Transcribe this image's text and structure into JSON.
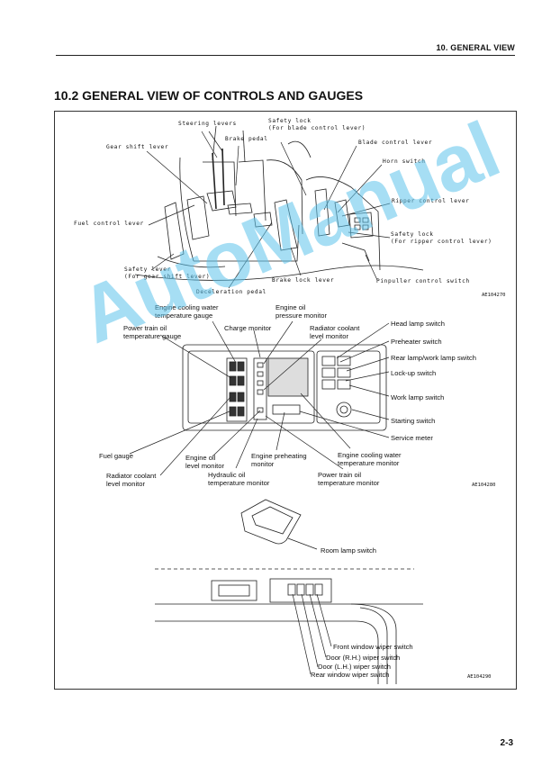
{
  "header": {
    "section": "10. GENERAL VIEW"
  },
  "section_title": "10.2 GENERAL VIEW OF CONTROLS AND GAUGES",
  "figure1": {
    "labels": {
      "steering_levers": "Steering levers",
      "safety_lock_blade": "Safety lock\n(For blade control lever)",
      "gear_shift_lever": "Gear shift lever",
      "brake_pedal": "Brake pedal",
      "blade_control_lever": "Blade control lever",
      "horn_switch": "Horn switch",
      "ripper_control_lever": "Ripper control lever",
      "fuel_control_lever": "Fuel control lever",
      "safety_lock_ripper": "Safety lock\n(For ripper control lever)",
      "safety_lever": "Safety lever\n(For gear shift lever)",
      "brake_lock_lever": "Brake lock lever",
      "pinpuller_control_switch": "Pinpuller control switch",
      "deceleration_pedal": "Deceleration pedal"
    },
    "code": "AE104270"
  },
  "figure2": {
    "labels": {
      "engine_cooling_water_gauge": "Engine cooling water\ntemperature gauge",
      "engine_oil_pressure_monitor": "Engine oil\npressure monitor",
      "power_train_oil_gauge": "Power train oil\ntemperature gauge",
      "charge_monitor": "Charge monitor",
      "radiator_coolant_level_monitor_top": "Radiator coolant\nlevel monitor",
      "head_lamp_switch": "Head lamp switch",
      "preheater_switch": "Preheater switch",
      "rear_work_lamp_switch": "Rear lamp/work lamp switch",
      "lockup_switch": "Lock-up switch",
      "work_lamp_switch": "Work lamp switch",
      "starting_switch": "Starting switch",
      "service_meter": "Service meter",
      "fuel_gauge": "Fuel gauge",
      "engine_oil_level_monitor": "Engine oil\nlevel monitor",
      "engine_preheating_monitor": "Engine preheating\nmonitor",
      "engine_cooling_water_monitor": "Engine cooling water\ntemperature monitor",
      "radiator_coolant_level_monitor_bottom": "Radiator coolant\nlevel monitor",
      "hydraulic_oil_monitor": "Hydraulic oil\ntemperature monitor",
      "power_train_oil_monitor": "Power train oil\ntemperature monitor"
    },
    "code": "AE104280"
  },
  "figure3": {
    "labels": {
      "room_lamp_switch": "Room lamp switch",
      "front_wiper_switch": "Front window wiper switch",
      "door_rh_wiper_switch": "Door (R.H.) wiper switch",
      "door_lh_wiper_switch": "Door (L.H.) wiper switch",
      "rear_wiper_switch": "Rear window wiper switch"
    },
    "code": "AE104290"
  },
  "watermark": "AutoManual",
  "page_number": "2-3"
}
